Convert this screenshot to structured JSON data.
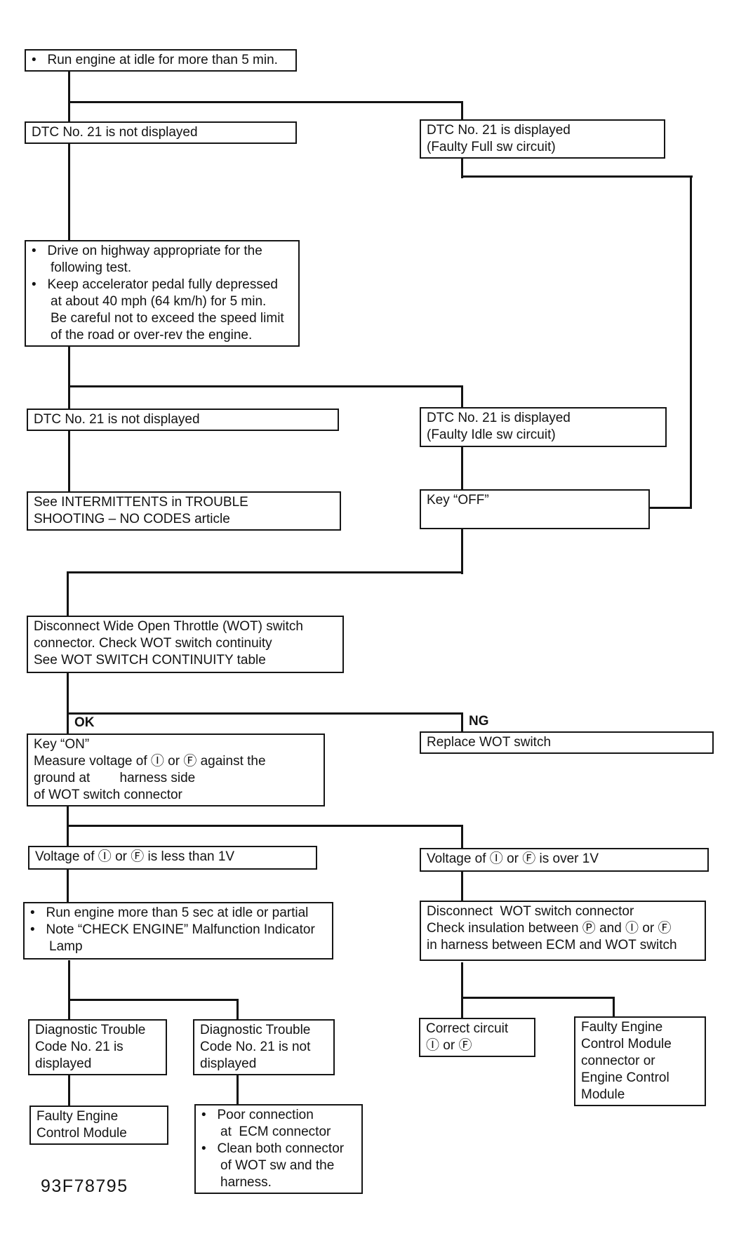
{
  "figure": {
    "code": "93F78795"
  },
  "branch_labels": {
    "ok": "OK",
    "ng": "NG"
  },
  "nodes": {
    "run_idle": {
      "lines": [
        "•   Run engine at idle for more than 5 min."
      ]
    },
    "dtc21_not_displayed_1": {
      "lines": [
        "DTC No. 21 is not displayed"
      ]
    },
    "dtc21_displayed_full": {
      "lines": [
        "DTC No. 21 is displayed",
        "(Faulty Full sw circuit)"
      ]
    },
    "drive_highway": {
      "lines": [
        "•   Drive on highway appropriate for the",
        "following test.",
        "•   Keep accelerator pedal fully depressed",
        "at about 40 mph (64 km/h) for 5 min.",
        "Be careful not to exceed the speed limit",
        "of the road or over-rev the engine."
      ]
    },
    "dtc21_not_displayed_2": {
      "lines": [
        "DTC No. 21 is not displayed"
      ]
    },
    "dtc21_displayed_idle": {
      "lines": [
        "DTC No. 21 is displayed",
        "(Faulty Idle sw circuit)"
      ]
    },
    "see_intermittents": {
      "lines": [
        "See INTERMITTENTS in TROUBLE",
        "SHOOTING – NO CODES article"
      ]
    },
    "key_off": {
      "lines": [
        "Key “OFF”"
      ]
    },
    "disconnect_wot": {
      "lines": [
        "Disconnect Wide Open Throttle (WOT) switch",
        "connector. Check WOT switch continuity",
        "See WOT SWITCH CONTINUITY table"
      ]
    },
    "key_on_measure": {
      "lines": [
        "Key “ON”",
        "Measure voltage of Ⓘ or Ⓕ against the",
        "ground at        harness side",
        "of WOT switch connector"
      ]
    },
    "replace_wot": {
      "lines": [
        "Replace WOT switch"
      ]
    },
    "voltage_less_1v": {
      "lines": [
        "Voltage of Ⓘ or Ⓕ is less than 1V"
      ]
    },
    "voltage_over_1v": {
      "lines": [
        "Voltage of Ⓘ or Ⓕ is over 1V"
      ]
    },
    "run_5sec": {
      "lines": [
        "•   Run engine more than 5 sec at idle or partial",
        "•   Note “CHECK ENGINE” Malfunction Indicator",
        "Lamp"
      ]
    },
    "disconnect_check_insulation": {
      "lines": [
        "Disconnect  WOT switch connector",
        "Check insulation between Ⓟ and Ⓘ or Ⓕ",
        "in harness between ECM and WOT switch"
      ]
    },
    "dtc21_displayed_result": {
      "lines": [
        "Diagnostic Trouble",
        "Code No. 21 is",
        "displayed"
      ]
    },
    "dtc21_not_displayed_result": {
      "lines": [
        "Diagnostic Trouble",
        "Code No. 21 is not",
        "displayed"
      ]
    },
    "faulty_ecm": {
      "lines": [
        "Faulty Engine",
        "Control Module"
      ]
    },
    "poor_connection": {
      "lines": [
        "•   Poor connection",
        "at  ECM connector",
        "•   Clean both connector",
        "of WOT sw and the",
        "harness."
      ]
    },
    "correct_circuit": {
      "lines": [
        "Correct circuit",
        "Ⓘ or Ⓕ"
      ]
    },
    "faulty_ecm_connector": {
      "lines": [
        "Faulty Engine",
        "Control Module",
        "connector or",
        "Engine Control",
        "Module"
      ]
    }
  }
}
